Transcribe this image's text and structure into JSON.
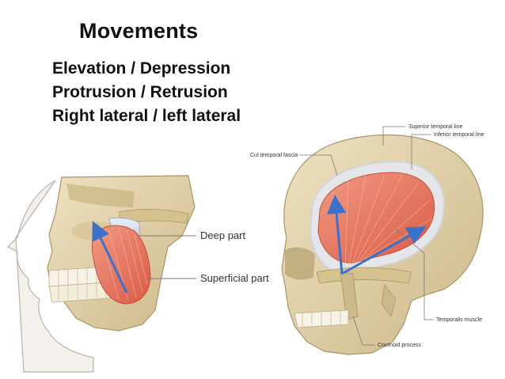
{
  "title": "Movements",
  "movements": [
    "Elevation /  Depression",
    "Protrusion  / Retrusion",
    "Right lateral / left lateral"
  ],
  "left_figure": {
    "labels": {
      "deep": "Deep part",
      "superficial": "Superficial part"
    }
  },
  "right_figure": {
    "labels": {
      "superior_temporal_line": "Superior temporal line",
      "inferior_temporal_line": "Inferior temporal line",
      "cut_temporal_fascia": "Cut temporal fascia",
      "temporalis_muscle": "Temporalis muscle",
      "coronoid_process": "Coronoid process"
    }
  },
  "colors": {
    "arrow": "#3b72c9",
    "muscle": "#e8735c",
    "bone": "#e6d5ae",
    "bone_shadow": "#bfa878",
    "leader": "#7a7a7a"
  }
}
